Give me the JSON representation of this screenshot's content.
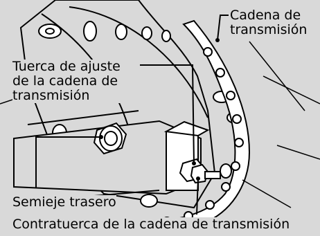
{
  "labels": {
    "drive_chain": [
      "Cadena de",
      "transmisión"
    ],
    "adjusting_nut": [
      "Tuerca de ajuste",
      "de la cadena de",
      "transmisión"
    ],
    "rear_axle": "Semieje trasero",
    "lock_nut": "Contratuerca de la cadena de transmisión"
  },
  "colors": {
    "background": "#d9d9d9",
    "line": "#000000",
    "fill": "#ffffff"
  }
}
